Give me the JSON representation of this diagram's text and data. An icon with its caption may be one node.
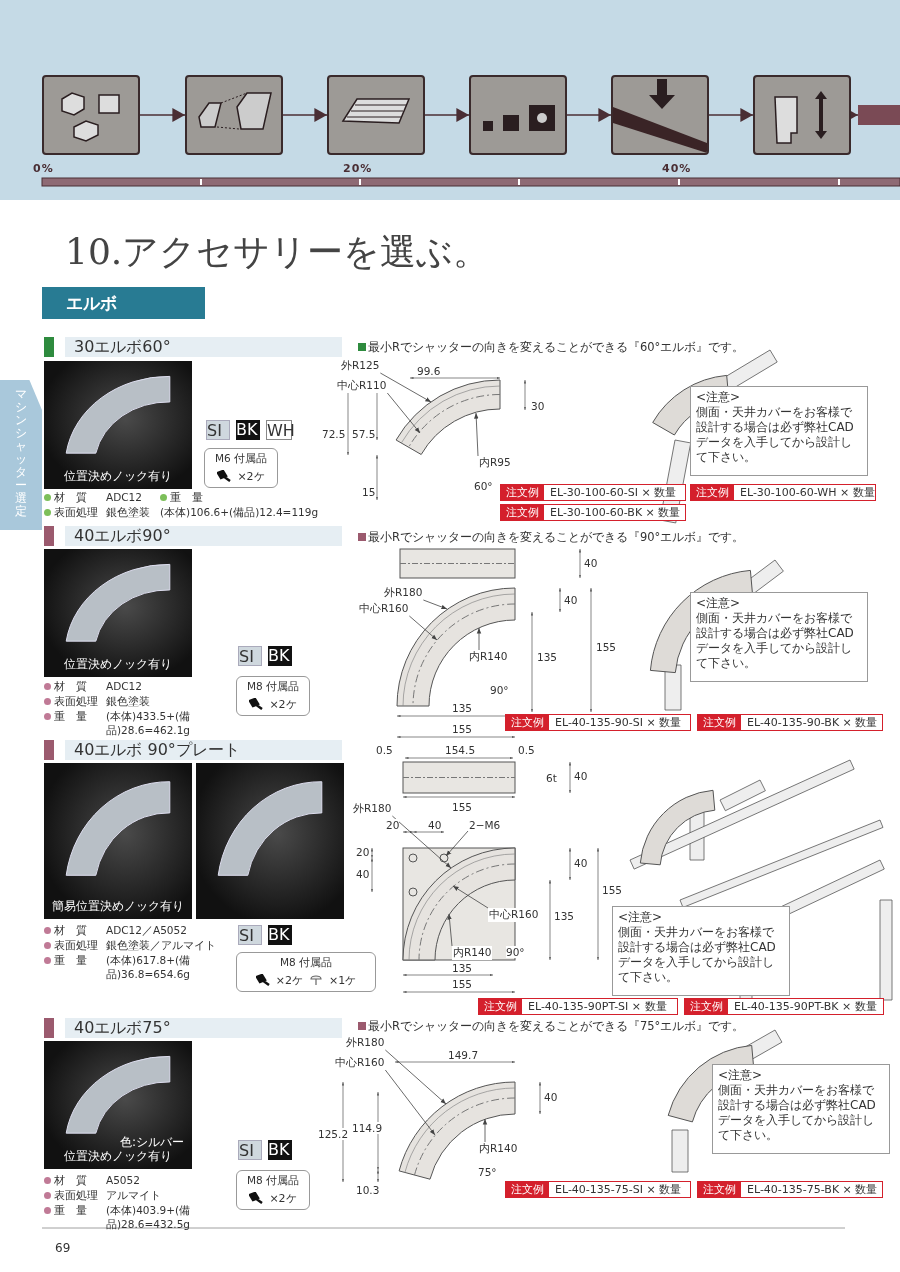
{
  "diagram": {
    "title": "10.アクセサリーを選ぶ。",
    "nodes": [
      {
        "text": [],
        "shape": "picture"
      },
      {
        "text": [],
        "shape": "picture"
      },
      {
        "text": [],
        "shape": "picture"
      },
      {
        "text": [],
        "shape": "picture"
      },
      {
        "text": [],
        "shape": "picture"
      },
      {
        "text": [],
        "shape": "picture"
      },
      {
        "text": [],
        "shape": "bar"
      },
      {
        "text": [
          "エルボ"
        ]
      },
      {
        "text": [
          "マシンシャッター選定"
        ]
      },
      {
        "text": [
          "30エルボ60°"
        ]
      },
      {
        "text": [
          "位置決めノック有り"
        ]
      },
      {
        "text": [
          "SI"
        ]
      },
      {
        "text": [
          "BK"
        ]
      },
      {
        "text": [
          "WH"
        ]
      },
      {
        "text": [
          "M6 付属品",
          "×2ケ"
        ]
      },
      {
        "text": [
          "外R125"
        ]
      },
      {
        "text": [
          "中心R110"
        ]
      },
      {
        "text": [
          "内R95"
        ]
      },
      {
        "text": [
          "<注意>",
          "側面・天井カバーをお客様で設計する場合は必ず弊社CADデータを入手してから設計して下さい。"
        ]
      },
      {
        "text": [
          "注文例",
          "EL-30-100-60-SI × 数量"
        ]
      },
      {
        "text": [
          "注文例",
          "EL-30-100-60-WH × 数量"
        ]
      },
      {
        "text": [
          "注文例",
          "EL-30-100-60-BK × 数量"
        ]
      },
      {
        "text": [
          "40エルボ90°"
        ]
      },
      {
        "text": [
          "位置決めノック有り"
        ]
      },
      {
        "text": [
          "SI"
        ]
      },
      {
        "text": [
          "BK"
        ]
      },
      {
        "text": [
          "M8 付属品",
          "×2ケ"
        ]
      },
      {
        "text": [
          "外R180"
        ]
      },
      {
        "text": [
          "中心R160"
        ]
      },
      {
        "text": [
          "内R140"
        ]
      },
      {
        "text": [
          "<注意>",
          "側面・天井カバーをお客様で設計する場合は必ず弊社CADデータを入手してから設計して下さい。"
        ]
      },
      {
        "text": [
          "注文例",
          "EL-40-135-90-SI × 数量"
        ]
      },
      {
        "text": [
          "注文例",
          "EL-40-135-90-BK × 数量"
        ]
      },
      {
        "text": [
          "40エルボ 90°プレート"
        ]
      },
      {
        "text": [
          "簡易位置決めノック有り"
        ]
      },
      {
        "text": [],
        "shape": "picture"
      },
      {
        "text": [
          "SI"
        ]
      },
      {
        "text": [
          "BK"
        ]
      },
      {
        "text": [
          "M8 付属品",
          "×2ケ",
          "×1ケ"
        ]
      },
      {
        "text": [
          "外R180"
        ]
      },
      {
        "text": [
          "2−M6"
        ]
      },
      {
        "text": [
          "中心R160"
        ]
      },
      {
        "text": [
          "内R140"
        ]
      },
      {
        "text": [
          "<注意>",
          "側面・天井カバーをお客様で設計する場合は必ず弊社CADデータを入手してから設計して下さい。"
        ]
      },
      {
        "text": [
          "注文例",
          "EL-40-135-90PT-SI × 数量"
        ]
      },
      {
        "text": [
          "注文例",
          "EL-40-135-90PT-BK × 数量"
        ]
      },
      {
        "text": [
          "40エルボ75°"
        ]
      },
      {
        "text": [
          "色:シルバー",
          "位置決めノック有り"
        ]
      },
      {
        "text": [
          "SI"
        ]
      },
      {
        "text": [
          "BK"
        ]
      },
      {
        "text": [
          "M8 付属品",
          "×2ケ"
        ]
      },
      {
        "text": [
          "外R180"
        ]
      },
      {
        "text": [
          "中心R160"
        ]
      },
      {
        "text": [
          "内R140"
        ]
      },
      {
        "text": [
          "<注意>",
          "側面・天井カバーをお客様で設計する場合は必ず弊社CADデータを入手してから設計して下さい。"
        ]
      },
      {
        "text": [
          "注文例",
          "EL-40-135-75-SI × 数量"
        ]
      },
      {
        "text": [
          "注文例",
          "EL-40-135-75-BK × 数量"
        ]
      }
    ],
    "edges": [
      {
        "from": 0,
        "to": 1,
        "arrow": "to"
      },
      {
        "from": 1,
        "to": 2,
        "arrow": "to"
      },
      {
        "from": 2,
        "to": 3,
        "arrow": "to"
      },
      {
        "from": 3,
        "to": 4,
        "arrow": "to"
      },
      {
        "from": 4,
        "to": 5,
        "arrow": "to"
      },
      {
        "from": 5,
        "to": 6,
        "arrow": "to"
      },
      {
        "from": 15,
        "to": null,
        "arrow": "to"
      },
      {
        "from": 16,
        "to": null,
        "arrow": "to"
      },
      {
        "from": 17,
        "to": null,
        "arrow": "to"
      },
      {
        "from": 27,
        "to": null,
        "arrow": "to"
      },
      {
        "from": 28,
        "to": null,
        "arrow": "to"
      },
      {
        "from": 29,
        "to": null,
        "arrow": "to"
      },
      {
        "from": 39,
        "to": null,
        "arrow": "to"
      },
      {
        "from": 40,
        "to": null,
        "arrow": "to"
      },
      {
        "from": 41,
        "to": null,
        "arrow": "to"
      },
      {
        "from": 42,
        "to": null,
        "arrow": "to"
      },
      {
        "from": 51,
        "to": null,
        "arrow": "to"
      },
      {
        "from": 52,
        "to": null,
        "arrow": "to"
      },
      {
        "from": 53,
        "to": null,
        "arrow": "to"
      }
    ],
    "labels": [
      "0%",
      "20%",
      "40%",
      "最小Rでシャッターの向きを変えることができる『60°エルボ』です。",
      "材　質",
      "ADC12",
      "重　量",
      "表面処理",
      "銀色塗装",
      "(本体)106.6+(備品)12.4=119g",
      "99.6",
      "30",
      "72.5",
      "57.5",
      "15",
      "60°",
      "最小Rでシャッターの向きを変えることができる『90°エルボ』です。",
      "材　質",
      "ADC12",
      "表面処理",
      "銀色塗装",
      "重　量",
      "(本体)433.5+(備品)28.6=462.1g",
      "40",
      "40",
      "155",
      "135",
      "90°",
      "135",
      "155",
      "材　質",
      "ADC12／A5052",
      "表面処理",
      "銀色塗装／アルマイト",
      "重　量",
      "(本体)617.8+(備品)36.8=654.6g",
      "0.5",
      "154.5",
      "0.5",
      "6t",
      "40",
      "155",
      "20",
      "40",
      "20",
      "40",
      "40",
      "155",
      "135",
      "90°",
      "135",
      "155",
      "最小Rでシャッターの向きを変えることができる『75°エルボ』です。",
      "材　質",
      "A5052",
      "表面処理",
      "アルマイト",
      "重　量",
      "(本体)403.9+(備品)28.6=432.5g",
      "149.7",
      "40",
      "125.2",
      "114.9",
      "10.3",
      "75°",
      "69"
    ]
  }
}
